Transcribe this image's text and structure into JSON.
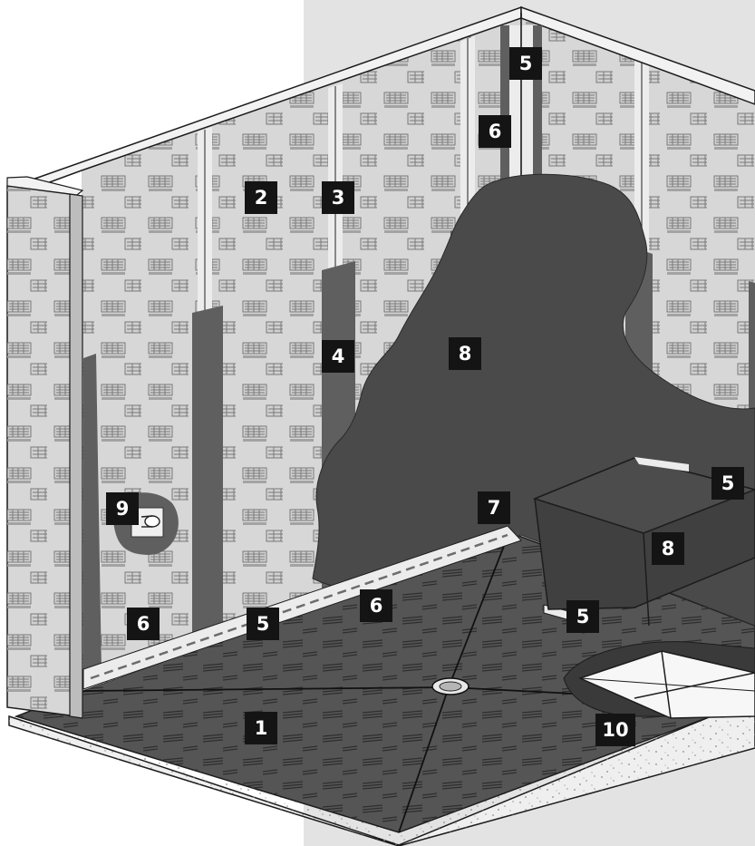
{
  "colors": {
    "backdrop": "#e3e3e3",
    "board": "#d7d7d7",
    "board_dark": "#c9c9c9",
    "seam_band": "#ececec",
    "thinset": "#5f5f5f",
    "membrane": "#4a4a4a",
    "membrane_shade": "#3c3c3c",
    "floor_membrane": "#555555",
    "slab": "#efefef",
    "tile": "#f7f7f7",
    "label_bg": "#141414",
    "label_text": "#ffffff",
    "line": "#1c1c1c"
  },
  "icons": [
    "board-logo-pattern",
    "drain-grate",
    "valve-pipe"
  ],
  "labels": [
    {
      "id": "label-1",
      "text": "1"
    },
    {
      "id": "label-2",
      "text": "2"
    },
    {
      "id": "label-3",
      "text": "3"
    },
    {
      "id": "label-4",
      "text": "4"
    },
    {
      "id": "label-5-top",
      "text": "5"
    },
    {
      "id": "label-5-bench",
      "text": "5"
    },
    {
      "id": "label-5-floor-back",
      "text": "5"
    },
    {
      "id": "label-5-floor-right",
      "text": "5"
    },
    {
      "id": "label-6-top",
      "text": "6"
    },
    {
      "id": "label-6-left",
      "text": "6"
    },
    {
      "id": "label-6-mid",
      "text": "6"
    },
    {
      "id": "label-7",
      "text": "7"
    },
    {
      "id": "label-8-wall",
      "text": "8"
    },
    {
      "id": "label-8-bench",
      "text": "8"
    },
    {
      "id": "label-9",
      "text": "9"
    },
    {
      "id": "label-10",
      "text": "10"
    }
  ]
}
